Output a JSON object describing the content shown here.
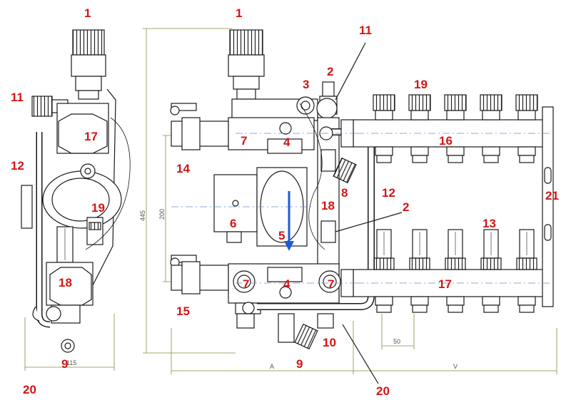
{
  "callouts": {
    "c1a": "1",
    "c1b": "1",
    "c2a": "2",
    "c2b": "2",
    "c3": "3",
    "c4a": "4",
    "c4b": "4",
    "c5": "5",
    "c6": "6",
    "c7a": "7",
    "c7b": "7",
    "c7c": "7",
    "c8": "8",
    "c9a": "9",
    "c9b": "9",
    "c10": "10",
    "c11a": "11",
    "c11b": "11",
    "c12a": "12",
    "c12b": "12",
    "c13": "13",
    "c14": "14",
    "c15": "15",
    "c16": "16",
    "c17a": "17",
    "c17b": "17",
    "c18a": "18",
    "c18b": "18",
    "c19a": "19",
    "c19b": "19",
    "c20a": "20",
    "c20b": "20",
    "c21": "21"
  },
  "dimensions": {
    "height_total": "445",
    "height_inner": "200",
    "width_side": "115",
    "width_a": "A",
    "width_v": "V",
    "pitch": "50"
  },
  "colors": {
    "callout": "#d41414",
    "line": "#1a1a1a",
    "dim": "#8a8a3a",
    "flow_arrow": "#1e5bd8",
    "axis": "#6b8ccf"
  }
}
